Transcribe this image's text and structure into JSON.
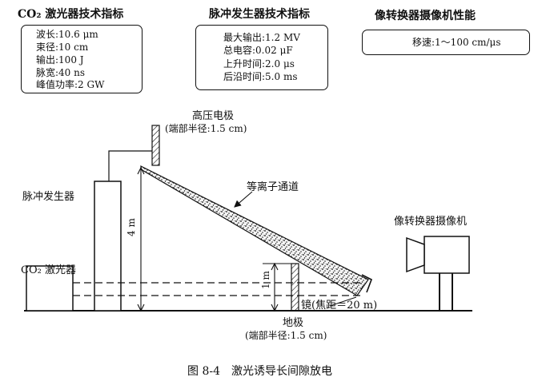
{
  "laser_spec": {
    "title": "CO₂ 激光器技术指标",
    "items": [
      "波长:10.6 μm",
      "束径:10 cm",
      "输出:100 J",
      "脉宽:40 ns",
      "峰值功率:2 GW"
    ]
  },
  "pulse_spec": {
    "title": "脉冲发生器技术指标",
    "items": [
      "最大输出:1.2 MV",
      "总电容:0.02 μF",
      "上升时间:2.0 μs",
      "后沿时间:5.0 ms"
    ]
  },
  "camera_spec": {
    "title": "像转换器摄像机性能",
    "items": [
      "移速:1～100 cm/μs"
    ]
  },
  "labels": {
    "hv_electrode": "高压电极",
    "hv_radius": "(端部半径:1.5 cm)",
    "plasma_channel": "等离子通道",
    "pulse_generator": "脉冲发生器",
    "camera": "像转换器摄像机",
    "laser": "CO₂ 激光器",
    "height_4m": "4 m",
    "height_1m": "1 m",
    "mirror": "镜(焦距＝20 m)",
    "ground_electrode": "地极",
    "ground_radius": "(端部半径:1.5 cm)"
  },
  "caption": "图 8-4　激光诱导长间隙放电"
}
